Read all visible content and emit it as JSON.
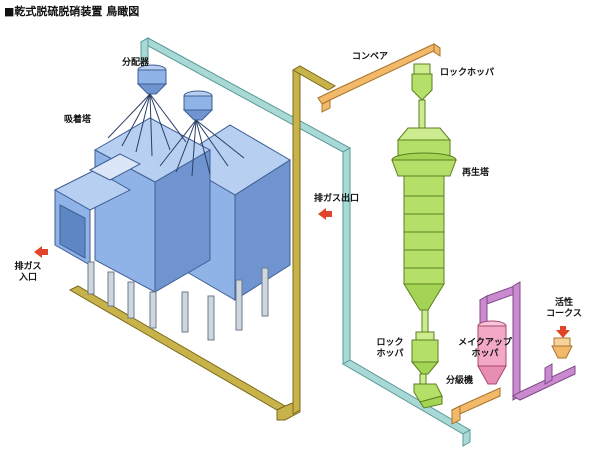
{
  "title": "■乾式脱硫脱硝装置 鳥瞰図",
  "labels": {
    "distributor": "分配器",
    "adsorber": "吸着塔",
    "conveyor": "コンベア",
    "lock_hopper_top": "ロックホッパ",
    "regenerator": "再生塔",
    "exhaust_gas_out": "排ガス出口",
    "exhaust_gas_in_line1": "排ガス",
    "exhaust_gas_in_line2": "入口",
    "lock_hopper_bottom_line1": "ロック",
    "lock_hopper_bottom_line2": "ホッパ",
    "classifier": "分級機",
    "makeup_hopper_line1": "メイクアップ",
    "makeup_hopper_line2": "ホッパ",
    "activated_coke_line1": "活性",
    "activated_coke_line2": "コークス"
  },
  "colors": {
    "adsorber_blue": "#8fb3e6",
    "adsorber_dark": "#5f86c4",
    "duct_cyan": "#a9d9d6",
    "conveyor_olive": "#c8b24a",
    "conveyor_orange": "#f2b96a",
    "regenerator_green": "#b4e06a",
    "makeup_pink": "#f3a9c6",
    "feed_purple": "#c98ad0",
    "arrow_red": "#e0452a"
  }
}
